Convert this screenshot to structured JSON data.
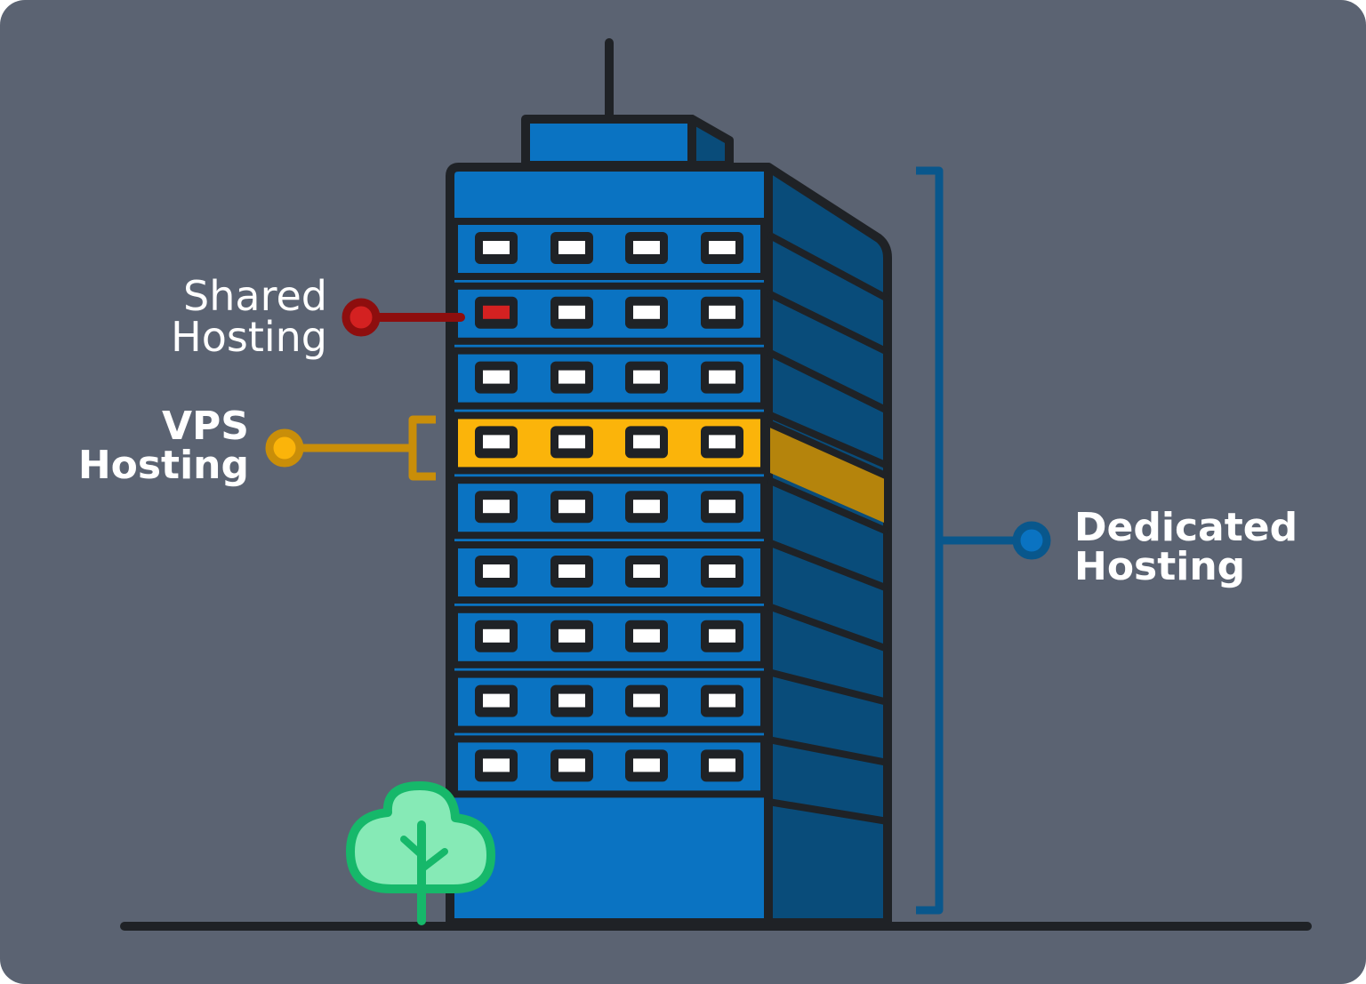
{
  "labels": {
    "shared": [
      "Shared",
      "Hosting"
    ],
    "vps": [
      "VPS",
      "Hosting"
    ],
    "dedicated": [
      "Dedicated",
      "Hosting"
    ]
  },
  "building": {
    "floors": 9,
    "windows_per_floor": 4,
    "shared_floor": 2,
    "shared_window": 1,
    "vps_floor": 4
  },
  "colors": {
    "background": "#5B6372",
    "outline": "#1F2226",
    "building_front": "#0A73C2",
    "building_side": "#094C7A",
    "window": "#FFFFFF",
    "shared": "#8E0E0E",
    "shared_window": "#D42121",
    "vps": "#FBB40A",
    "vps_side": "#B5840C",
    "vps_connector": "#C98E09",
    "dedicated": "#09578C",
    "dedicated_dot": "#0A73C2",
    "tree": "#16B86A",
    "tree_fill": "#86EAB6"
  }
}
